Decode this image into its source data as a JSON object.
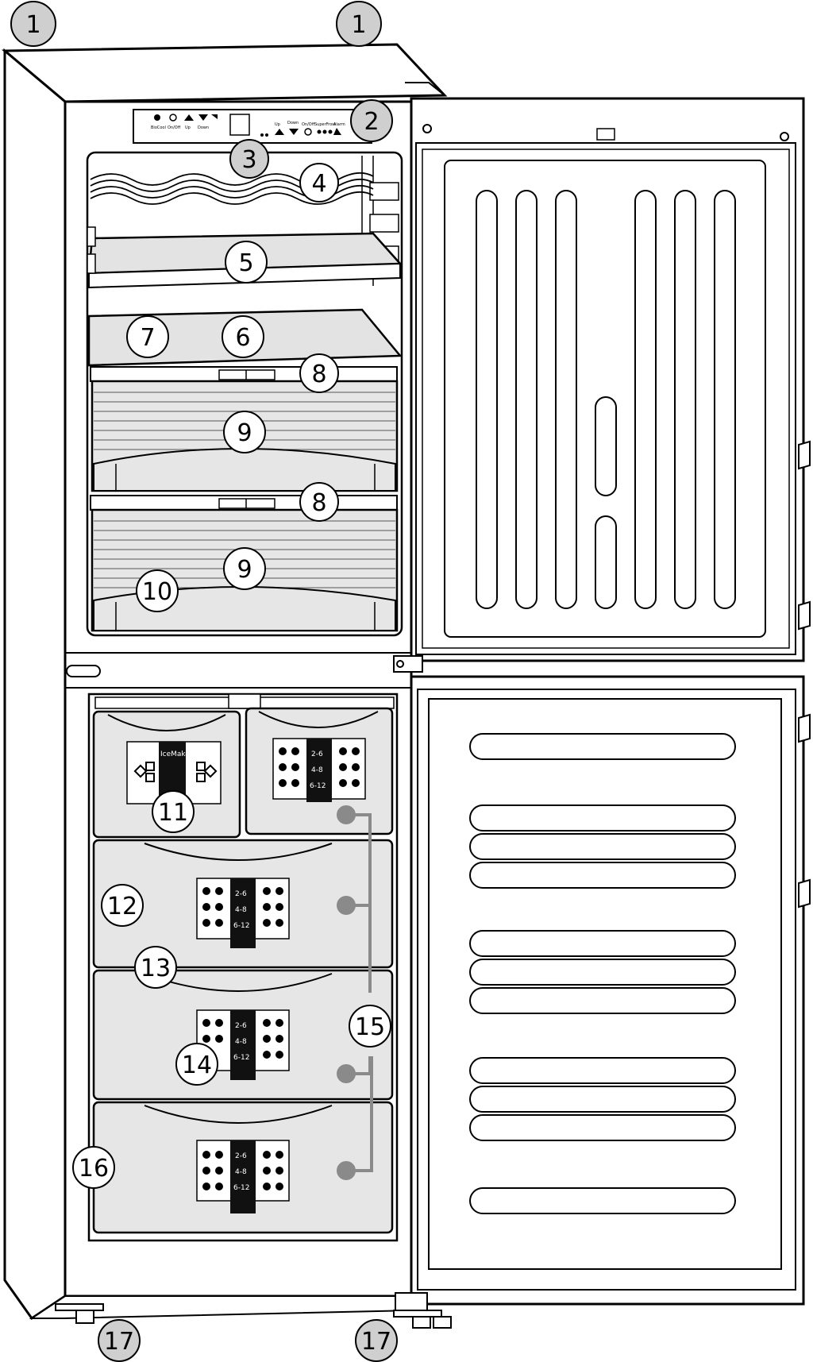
{
  "callouts": [
    {
      "id": "c1a",
      "label": "1"
    },
    {
      "id": "c1b",
      "label": "1"
    },
    {
      "id": "c2",
      "label": "2"
    },
    {
      "id": "c3",
      "label": "3"
    },
    {
      "id": "c4",
      "label": "4"
    },
    {
      "id": "c5",
      "label": "5"
    },
    {
      "id": "c6",
      "label": "6"
    },
    {
      "id": "c7",
      "label": "7"
    },
    {
      "id": "c8a",
      "label": "8"
    },
    {
      "id": "c8b",
      "label": "8"
    },
    {
      "id": "c9a",
      "label": "9"
    },
    {
      "id": "c9b",
      "label": "9"
    },
    {
      "id": "c10",
      "label": "10"
    },
    {
      "id": "c11",
      "label": "11"
    },
    {
      "id": "c12",
      "label": "12"
    },
    {
      "id": "c13",
      "label": "13"
    },
    {
      "id": "c14",
      "label": "14"
    },
    {
      "id": "c15",
      "label": "15"
    },
    {
      "id": "c16",
      "label": "16"
    },
    {
      "id": "c17a",
      "label": "17"
    },
    {
      "id": "c17b",
      "label": "17"
    }
  ],
  "control_panel": {
    "labels": [
      "BioCool",
      "On/Off",
      "Up",
      "Down",
      "Up",
      "Down",
      "On/Off",
      "SuperFrost",
      "Alarm"
    ]
  },
  "icemaker_label": "IceMaker",
  "drawer_ranges": [
    "2-6",
    "4-8",
    "6-12"
  ],
  "colors": {
    "callout_fill": "#ffffff",
    "callout_gray_fill": "#cfcfcf",
    "line_gray": "#8a8a8a",
    "shelf_gray": "#e3e3e3",
    "drawer_gray": "#e6e6e6",
    "outline": "#000000"
  }
}
